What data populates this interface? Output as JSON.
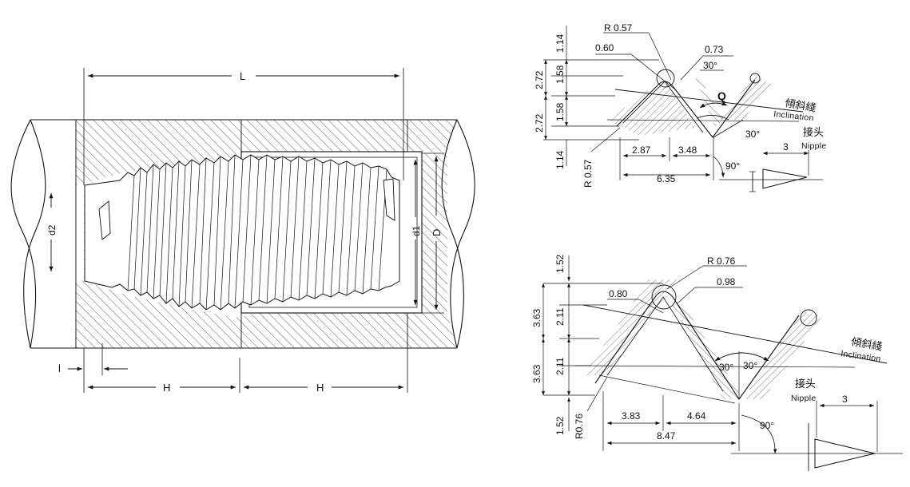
{
  "left_view": {
    "dim_L": "L",
    "dim_H_left": "H",
    "dim_H_right": "H",
    "dim_l": "l",
    "dim_d1": "d1",
    "dim_d2": "d2",
    "dim_D": "D"
  },
  "top_profile": {
    "left_dims": [
      "1.14",
      "1.58",
      "2.72",
      "1.58",
      "2.72",
      "1.14"
    ],
    "r_top": "R 0.57",
    "r_bottom": "R 0.57",
    "d_060": "0.60",
    "d_073": "0.73",
    "angle_top": "30°",
    "angle_bottom": "30°",
    "q": "Q",
    "inclination_cn": "傾斜綫",
    "inclination_en": "Inclination",
    "nipple_cn": "接头",
    "nipple_en": "Nipple",
    "nipple_dim": "3",
    "bottom_287": "2.87",
    "bottom_348": "3.48",
    "bottom_635": "6.35",
    "angle_90": "90°"
  },
  "bottom_profile": {
    "left_dims": [
      "1.52",
      "2.11",
      "3.63",
      "2.11",
      "3.63",
      "1.52"
    ],
    "r_top": "R 0.76",
    "r_bottom": "R0.76",
    "d_080": "0.80",
    "d_098": "0.98",
    "angle_left": "30°",
    "angle_right": "30°",
    "inclination_cn": "傾斜綫",
    "inclination_en": "Inclination",
    "nipple_cn": "接头",
    "nipple_en": "Nipple",
    "nipple_dim": "3",
    "bottom_383": "3.83",
    "bottom_464": "4.64",
    "bottom_847": "8.47",
    "angle_90": "90°"
  }
}
